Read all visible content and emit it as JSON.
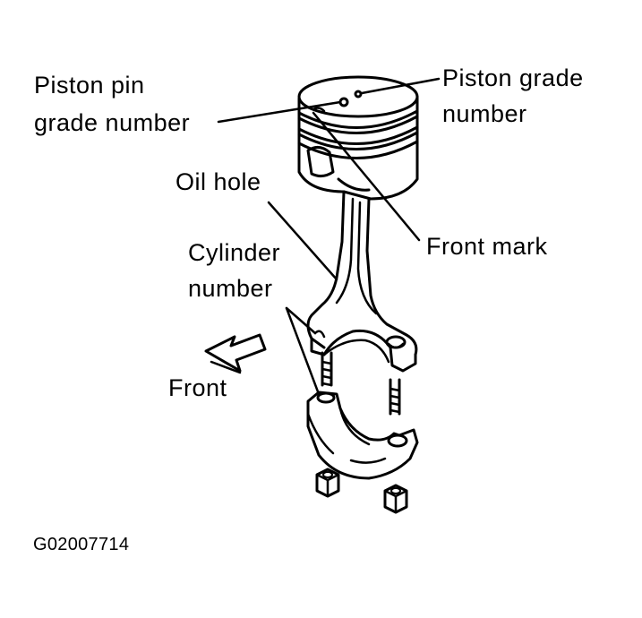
{
  "labels": {
    "piston_pin_grade_1": "Piston pin",
    "piston_pin_grade_2": "grade number",
    "piston_grade_1": "Piston grade",
    "piston_grade_2": "number",
    "oil_hole": "Oil hole",
    "front_mark": "Front mark",
    "cylinder_number_1": "Cylinder",
    "cylinder_number_2": "number",
    "front": "Front"
  },
  "figure_code": "G02007714"
}
